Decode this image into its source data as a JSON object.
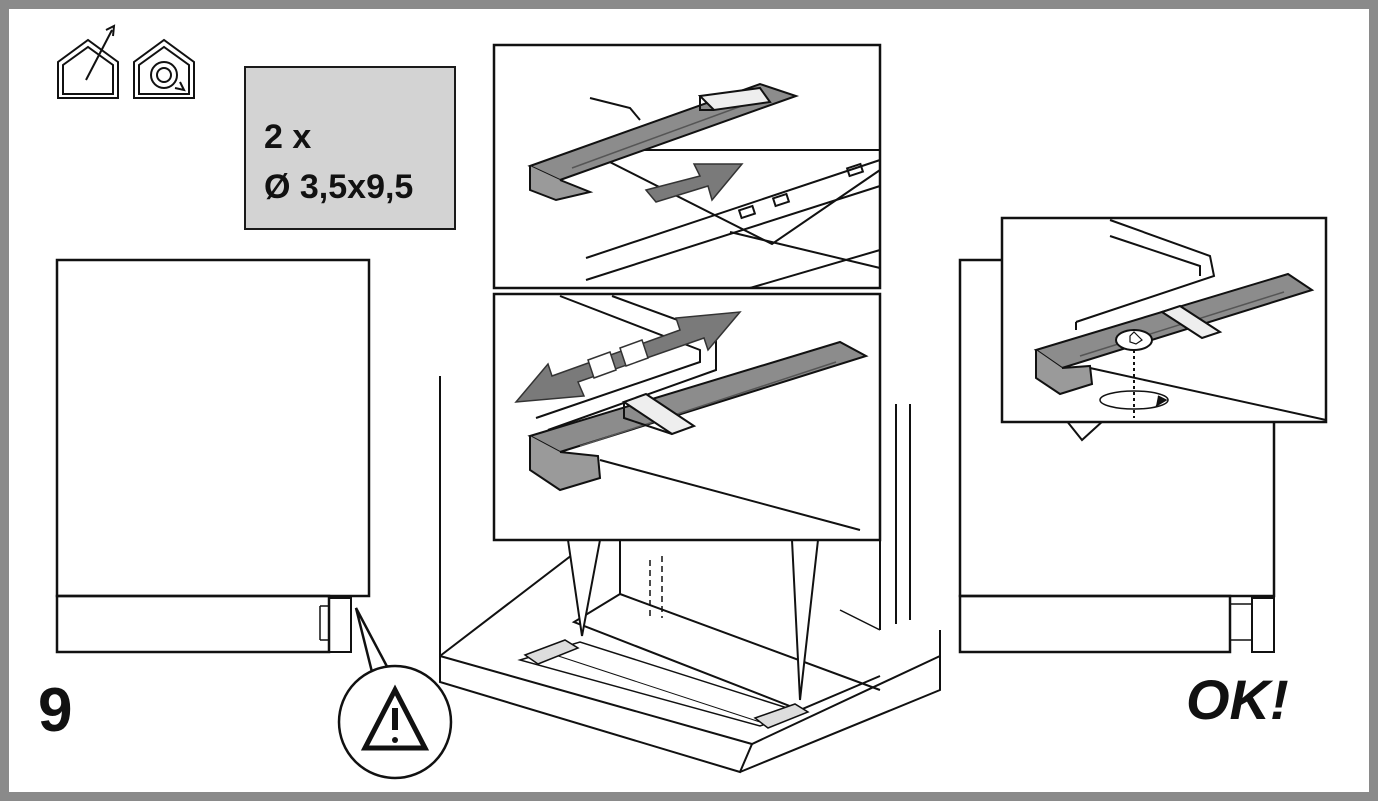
{
  "step": {
    "number": "9"
  },
  "screws": {
    "quantity": "2 x",
    "size": "Ø 3,5x9,5"
  },
  "result": {
    "label": "OK!"
  },
  "icons": [
    "chimney-outlet-mode-icon",
    "recirculation-mode-icon",
    "screw-icon",
    "warning-icon",
    "rotation-arrow-icon",
    "push-arrow-icon",
    "slide-arrows-icon"
  ],
  "colors": {
    "frame": "#8a8a8a",
    "spec_box": "#d3d3d3",
    "bracket": "#8c8c8c",
    "arrow": "#7a7a7a"
  }
}
